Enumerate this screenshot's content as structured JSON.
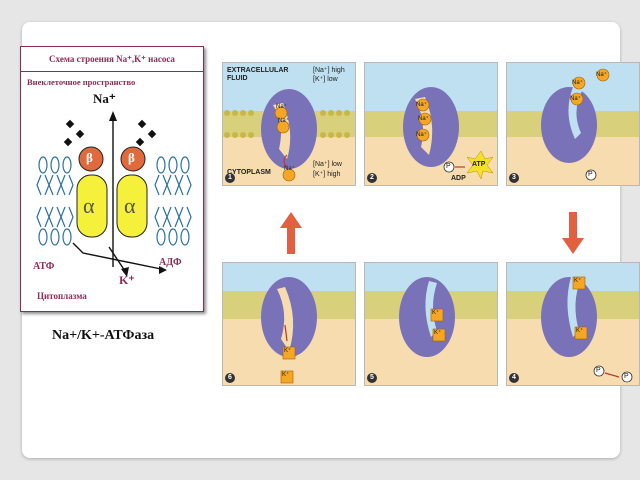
{
  "schema": {
    "title": "Схема строения  Na⁺,K⁺ насоса",
    "extracellular_label": "Внеклеточное пространство",
    "na_label": "Na⁺",
    "k_label": "K⁺",
    "atp_label": "АТФ",
    "adp_label": "АДФ",
    "cytoplasm_label": "Цитоплазма",
    "beta_label": "β",
    "alpha_label": "α"
  },
  "caption": "Na+/K+-АТФаза",
  "panels": {
    "p1": {
      "extracellular": "EXTRACELLULAR\nFLUID",
      "na_high": "[Na⁺] high",
      "k_low": "[K⁺] low",
      "na_low": "[Na⁺] low",
      "k_high": "[K⁺] high",
      "cytoplasm": "CYTOPLASM",
      "step": "1"
    },
    "p2": {
      "atp": "ATP",
      "adp": "ADP",
      "p": "P",
      "step": "2"
    },
    "p3": {
      "p": "P",
      "step": "3"
    },
    "p4": {
      "p": "P",
      "step": "4"
    },
    "p5": {
      "step": "5"
    },
    "p6": {
      "step": "6"
    },
    "ion_na": "Na⁺",
    "ion_k": "K⁺"
  },
  "colors": {
    "extracellular_bg": "#bfe0f0",
    "cytoplasm_bg": "#f6dcae",
    "protein": "#7a72b8",
    "na_ion": "#f5a623",
    "k_ion": "#f5a623",
    "arrow_red": "#e06040",
    "schema_accent": "#8e2b58"
  }
}
